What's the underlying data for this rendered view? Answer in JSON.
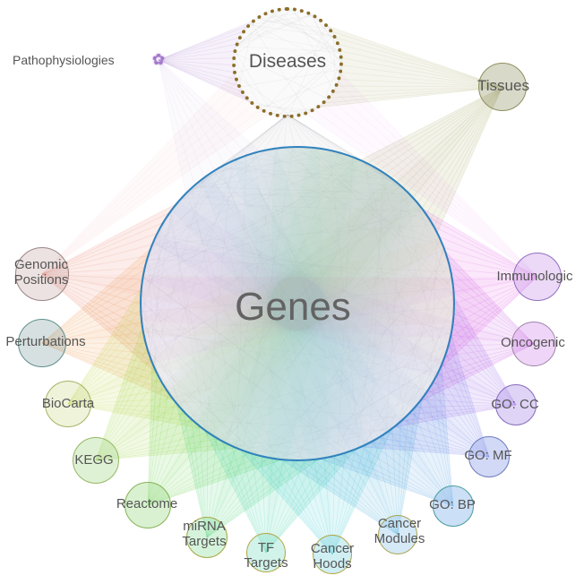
{
  "network": {
    "center": {
      "id": "genes",
      "label": "Genes",
      "color": "#3182bd"
    },
    "nodes": [
      {
        "id": "diseases",
        "label": "Diseases",
        "color": "#8d6e2a"
      },
      {
        "id": "pathophysiologies",
        "label": "Pathophysiologies",
        "color": "#a478cc"
      },
      {
        "id": "tissues",
        "label": "Tissues",
        "color": "#9a9a55"
      },
      {
        "id": "genomic-positions",
        "label": "Genomic Positions",
        "color": "#e86a55"
      },
      {
        "id": "perturbations",
        "label": "Perturbations",
        "color": "#ee8833"
      },
      {
        "id": "biocarta",
        "label": "BioCarta",
        "color": "#b8cc22"
      },
      {
        "id": "kegg",
        "label": "KEGG",
        "color": "#88cc22"
      },
      {
        "id": "reactome",
        "label": "Reactome",
        "color": "#55cc33"
      },
      {
        "id": "mirna-targets",
        "label": "miRNA Targets",
        "color": "#33cc66"
      },
      {
        "id": "tf-targets",
        "label": "TF Targets",
        "color": "#22cc99"
      },
      {
        "id": "cancer-hoods",
        "label": "Cancer Hoods",
        "color": "#22c2cc"
      },
      {
        "id": "cancer-modules",
        "label": "Cancer Modules",
        "color": "#33a8d6"
      },
      {
        "id": "go-bp",
        "label": "GO: BP",
        "color": "#4493e0"
      },
      {
        "id": "go-mf",
        "label": "GO: MF",
        "color": "#5a6ae8"
      },
      {
        "id": "go-cc",
        "label": "GO: CC",
        "color": "#8a55e8"
      },
      {
        "id": "oncogenic",
        "label": "Oncogenic",
        "color": "#bb44dd"
      },
      {
        "id": "immunologic",
        "label": "Immunologic",
        "color": "#dd44dd"
      }
    ],
    "edge_texture_color": "#556",
    "diseases_edge_color": "#7a7a88",
    "background": "#ffffff"
  }
}
